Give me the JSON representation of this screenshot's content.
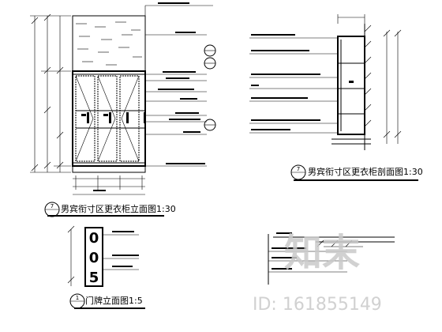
{
  "views": {
    "elevation_label": "男宾衔寸区更衣柜立面图1:30",
    "elevation_no": "7",
    "section_label": "男宾衔寸区更衣柜剖面图1:30",
    "section_no": "7",
    "door_label": "门牌立面图1:5",
    "door_no": "1"
  },
  "door_plate": {
    "digits": [
      "0",
      "0",
      "5"
    ]
  },
  "watermark": {
    "brand": "知末",
    "id_text": "ID: 161855149"
  },
  "colors": {
    "line": "#000000",
    "watermark": "#c9c9c9"
  }
}
